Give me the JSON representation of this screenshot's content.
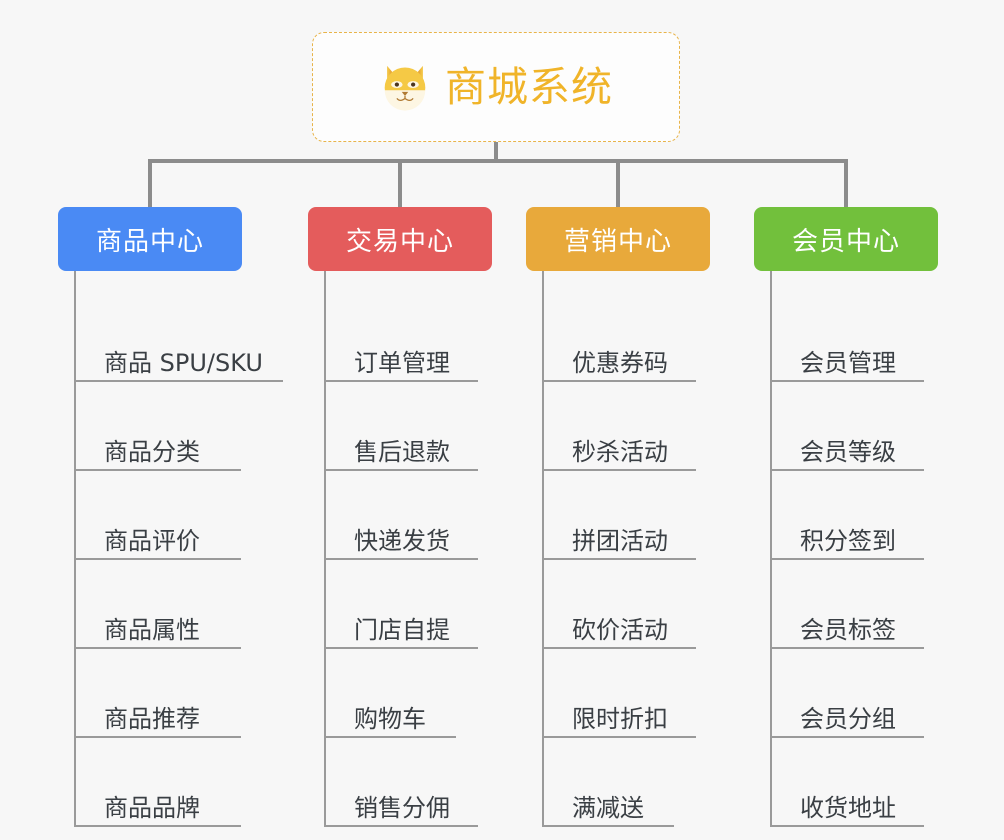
{
  "diagram": {
    "title": "商城系统",
    "background_color": "#f7f7f7",
    "root": {
      "label": "商城系统",
      "icon": "shiba-dog-face-emoji",
      "text_color": "#f0b429",
      "border_color": "#e8b44a"
    },
    "connector_color": "#8c8c8c",
    "columns": [
      {
        "label": "商品中心",
        "color": "#4a8af4",
        "items": [
          "商品 SPU/SKU",
          "商品分类",
          "商品评价",
          "商品属性",
          "商品推荐",
          "商品品牌"
        ]
      },
      {
        "label": "交易中心",
        "color": "#e45c5c",
        "items": [
          "订单管理",
          "售后退款",
          "快递发货",
          "门店自提",
          "购物车",
          "销售分佣"
        ]
      },
      {
        "label": "营销中心",
        "color": "#e8a93b",
        "items": [
          "优惠券码",
          "秒杀活动",
          "拼团活动",
          "砍价活动",
          "限时折扣",
          "满减送"
        ]
      },
      {
        "label": "会员中心",
        "color": "#72c03c",
        "items": [
          "会员管理",
          "会员等级",
          "积分签到",
          "会员标签",
          "会员分组",
          "收货地址"
        ]
      }
    ]
  }
}
